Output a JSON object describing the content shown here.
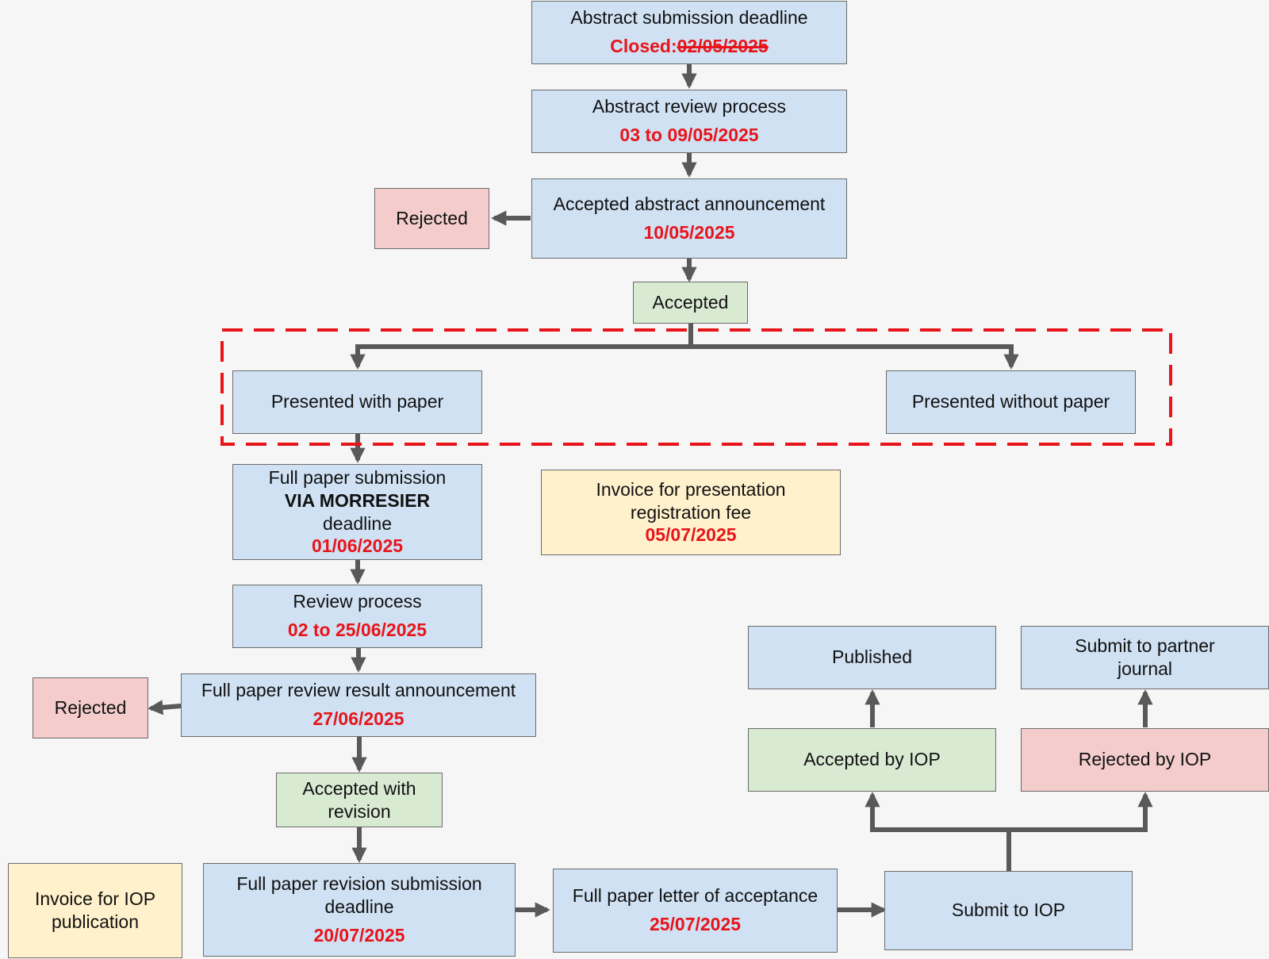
{
  "abstract_deadline": {
    "title": "Abstract submission deadline",
    "closed_label": "Closed:",
    "old_date": "02/05/2025"
  },
  "abstract_review": {
    "title": "Abstract review process",
    "date": "03 to 09/05/2025"
  },
  "accepted_abstract": {
    "title": "Accepted abstract announcement",
    "date": "10/05/2025"
  },
  "rejected_1": {
    "label": "Rejected"
  },
  "accepted": {
    "label": "Accepted"
  },
  "presented_with_paper": {
    "label": "Presented with paper"
  },
  "presented_without_paper": {
    "label": "Presented without paper"
  },
  "full_paper_submission": {
    "line1": "Full paper submission",
    "line2": "VIA MORRESIER",
    "line3": "deadline",
    "date": "01/06/2025"
  },
  "invoice_presentation": {
    "line1": "Invoice for presentation",
    "line2": "registration  fee",
    "date": "05/07/2025"
  },
  "review_process": {
    "title": "Review process",
    "date": "02 to 25/06/2025"
  },
  "rejected_2": {
    "label": "Rejected"
  },
  "full_paper_review_result": {
    "title": "Full paper review result announcement",
    "date": "27/06/2025"
  },
  "accepted_with_revision": {
    "line1": "Accepted with",
    "line2": "revision"
  },
  "invoice_iop": {
    "line1": "Invoice for IOP",
    "line2": "publication"
  },
  "revision_deadline": {
    "line1": "Full paper revision submission",
    "line2": "deadline",
    "date": "20/07/2025"
  },
  "letter_of_acceptance": {
    "title": "Full paper letter of acceptance",
    "date": "25/07/2025"
  },
  "submit_iop": {
    "label": "Submit to IOP"
  },
  "published": {
    "label": "Published"
  },
  "submit_partner": {
    "line1": "Submit to partner",
    "line2": "journal"
  },
  "accepted_iop": {
    "label": "Accepted by IOP"
  },
  "rejected_iop": {
    "label": "Rejected by IOP"
  },
  "colors": {
    "blue_box": "#cfe1f3",
    "pink_box": "#f4cccc",
    "green_box": "#d9ead3",
    "yellow_box": "#fff1cc",
    "date_red": "#e8141a",
    "arrow_gray": "#595959",
    "dashed_frame": "#e8141a"
  }
}
